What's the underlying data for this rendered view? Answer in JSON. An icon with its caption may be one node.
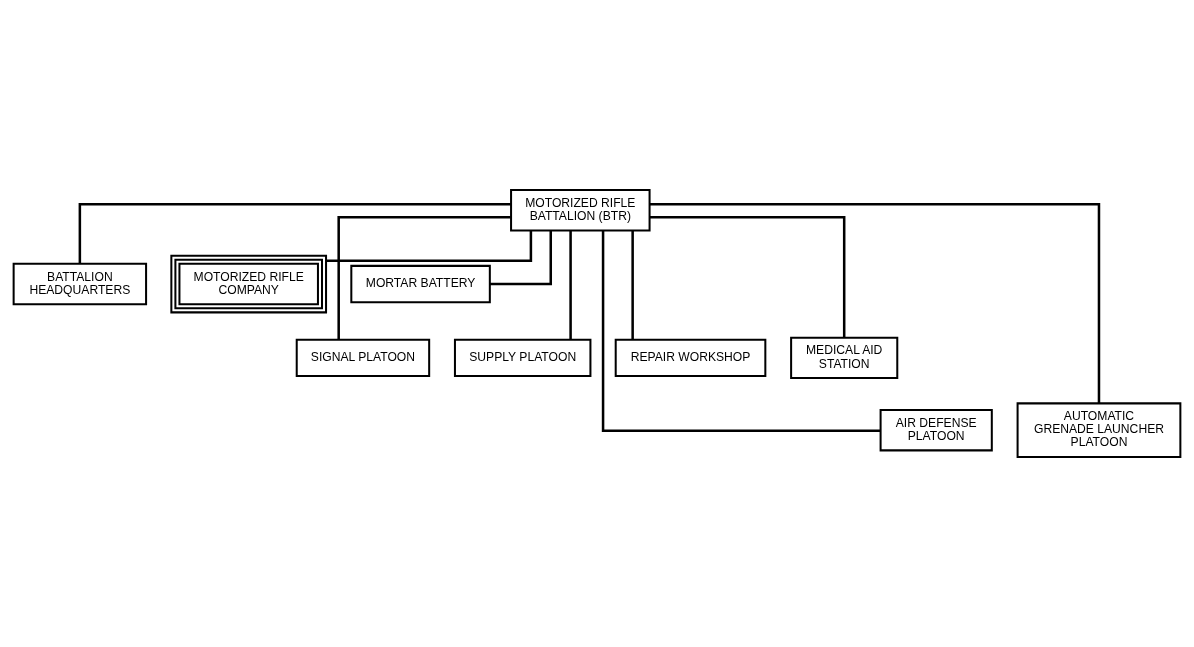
{
  "diagram": {
    "nodes": [
      {
        "text": [
          "MOTORIZED RIFLE BATTALION (BTR)"
        ]
      },
      {
        "text": [
          "BATTALION HEADQUARTERS"
        ]
      },
      {
        "text": [
          "MOTORIZED RIFLE COMPANY"
        ]
      },
      {
        "text": [
          "MORTAR BATTERY"
        ]
      },
      {
        "text": [
          "SIGNAL PLATOON"
        ]
      },
      {
        "text": [
          "SUPPLY PLATOON"
        ]
      },
      {
        "text": [
          "REPAIR WORKSHOP"
        ]
      },
      {
        "text": [
          "MEDICAL AID STATION"
        ]
      },
      {
        "text": [
          "AIR DEFENSE PLATOON"
        ]
      },
      {
        "text": [
          "AUTOMATIC GRENADE LAUNCHER PLATOON"
        ]
      }
    ],
    "edges": [
      {
        "from": 0,
        "to": 1,
        "arrow": "none"
      },
      {
        "from": 0,
        "to": 2,
        "arrow": "none"
      },
      {
        "from": 0,
        "to": 3,
        "arrow": "none"
      },
      {
        "from": 0,
        "to": 4,
        "arrow": "none"
      },
      {
        "from": 0,
        "to": 5,
        "arrow": "none"
      },
      {
        "from": 0,
        "to": 6,
        "arrow": "none"
      },
      {
        "from": 0,
        "to": 7,
        "arrow": "none"
      },
      {
        "from": 0,
        "to": 8,
        "arrow": "none"
      },
      {
        "from": 0,
        "to": 9,
        "arrow": "none"
      }
    ]
  }
}
